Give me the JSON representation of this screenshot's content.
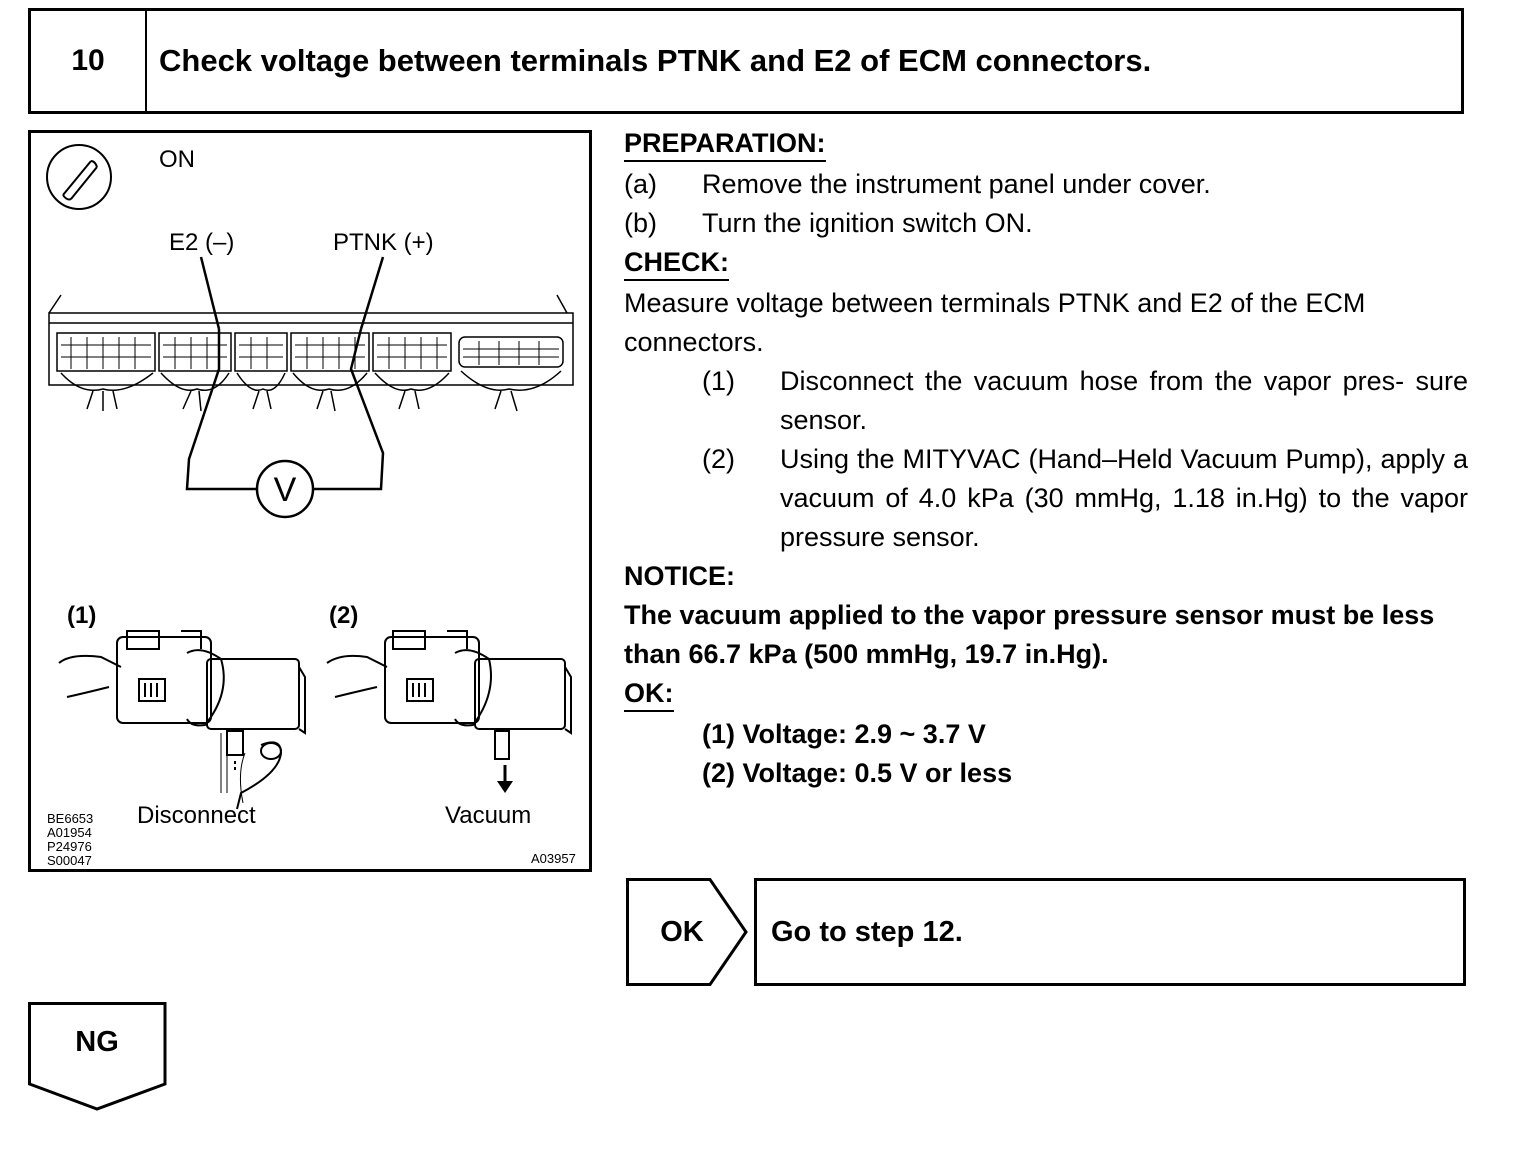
{
  "step": {
    "number": "10",
    "title": "Check voltage between terminals PTNK and E2 of ECM connectors."
  },
  "figure": {
    "ignition_label": "ON",
    "probe_neg_label": "E2 (–)",
    "probe_pos_label": "PTNK (+)",
    "meter_symbol": "V",
    "view1_label": "(1)",
    "view2_label": "(2)",
    "disconnect_label": "Disconnect",
    "vacuum_label": "Vacuum",
    "codes_left": [
      "BE6653",
      "A01954",
      "P24976",
      "S00047"
    ],
    "code_right": "A03957",
    "icons": [
      "ignition-key-icon",
      "voltmeter-icon",
      "down-arrow-icon"
    ]
  },
  "preparation": {
    "heading": "PREPARATION:",
    "items": [
      {
        "label": "(a)",
        "text": "Remove the instrument panel under cover."
      },
      {
        "label": "(b)",
        "text": "Turn the ignition switch ON."
      }
    ]
  },
  "check": {
    "heading": "CHECK:",
    "text": "Measure voltage between terminals PTNK and E2 of the ECM connectors.",
    "steps": [
      {
        "label": "(1)",
        "text": "Disconnect the vacuum hose from the vapor pres- sure sensor."
      },
      {
        "label": "(2)",
        "text": "Using the MITYVAC (Hand–Held Vacuum Pump), apply a vacuum of 4.0 kPa (30 mmHg, 1.18 in.Hg) to the vapor pressure sensor."
      }
    ]
  },
  "notice": {
    "heading": "NOTICE:",
    "text": "The vacuum applied to the vapor pressure sensor must be less than 66.7 kPa (500 mmHg, 19.7 in.Hg)."
  },
  "ok_spec": {
    "heading": "OK:",
    "lines": [
      "(1) Voltage: 2.9 ~ 3.7 V",
      "(2) Voltage: 0.5 V or less"
    ]
  },
  "branches": {
    "ok_label": "OK",
    "ok_action": "Go to step 12.",
    "ng_label": "NG"
  }
}
